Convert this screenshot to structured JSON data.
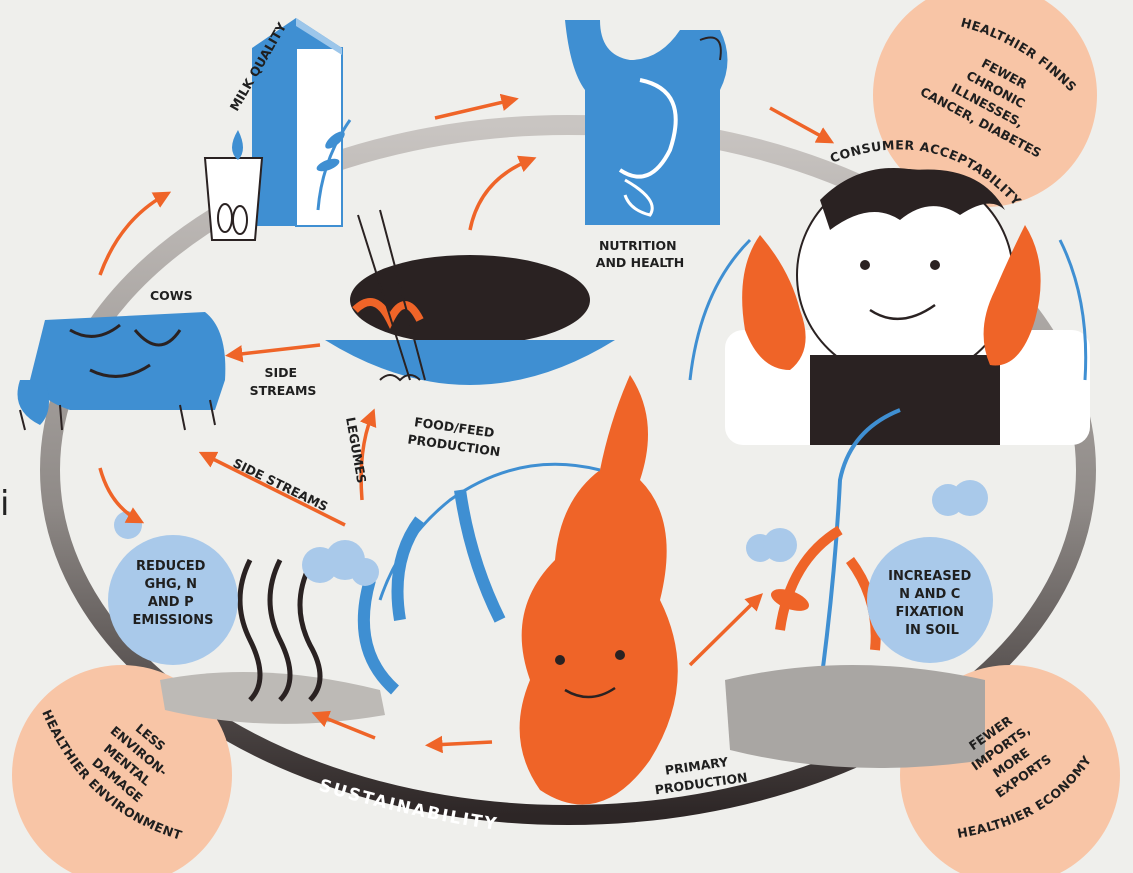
{
  "labels": {
    "milk_quality": "MILK QUALITY",
    "nutrition_health": [
      "NUTRITION",
      "AND HEALTH"
    ],
    "consumer_acceptability": "CONSUMER ACCEPTABILITY",
    "cows": "COWS",
    "side_streams_upper": [
      "SIDE",
      "STREAMS"
    ],
    "legumes": "LEGUMES",
    "food_feed_production": [
      "FOOD/FEED",
      "PRODUCTION"
    ],
    "side_streams_lower": "SIDE STREAMS",
    "reduced_emissions": [
      "REDUCED",
      "GHG, N",
      "AND P",
      "EMISSIONS"
    ],
    "increased_fixation": [
      "INCREASED",
      "N AND C",
      "FIXATION",
      "IN SOIL"
    ],
    "primary_production": [
      "PRIMARY",
      "PRODUCTION"
    ],
    "sustainability": "SUSTAINABILITY"
  },
  "outcomes": {
    "healthier_finns": {
      "title": "HEALTHIER FINNS",
      "lines": [
        "FEWER",
        "CHRONIC",
        "ILLNESSES,",
        "CANCER, DIABETES"
      ]
    },
    "healthier_environment": {
      "title": "HEALTHIER ENVIRONMENT",
      "lines": [
        "LESS",
        "ENVIRON-",
        "MENTAL",
        "DAMAGE"
      ]
    },
    "healthier_economy": {
      "title": "HEALTHIER ECONOMY",
      "lines": [
        "FEWER",
        "IMPORTS,",
        "MORE",
        "EXPORTS"
      ]
    }
  },
  "stray_char": "i",
  "colors": {
    "orange": "#ef6428",
    "blue": "#3f8fd2",
    "light_blue": "#a9c9ea",
    "peach": "#f8c5a6",
    "dark": "#2a2222",
    "grey_ring": "#a8a39f",
    "background": "#efefec"
  }
}
